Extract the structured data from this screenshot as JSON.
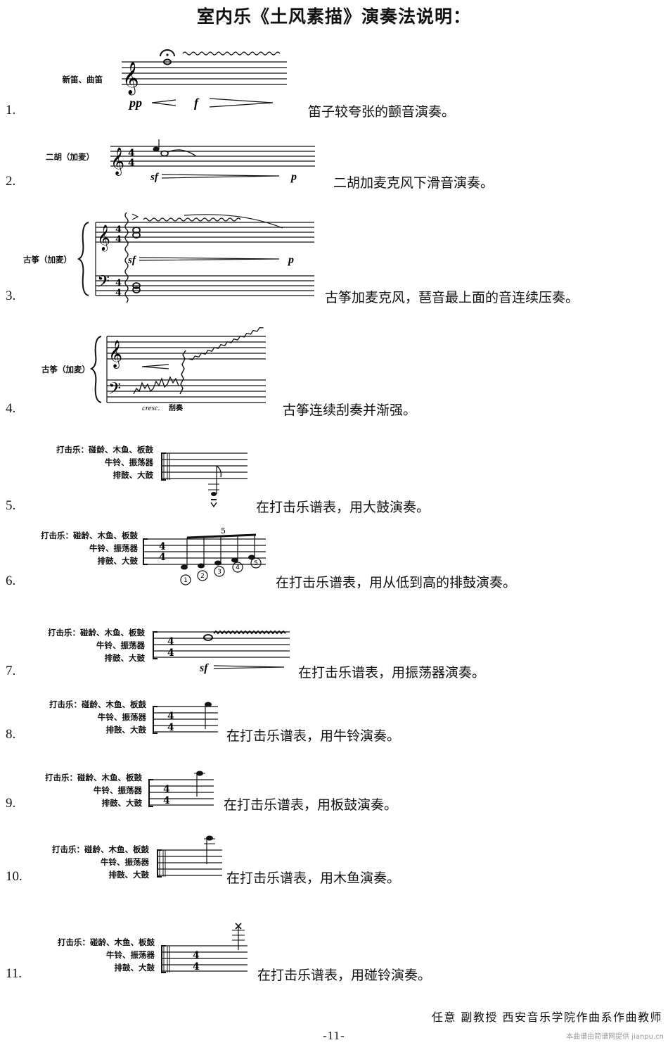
{
  "title": "室内乐《土风素描》演奏法说明：",
  "items": [
    {
      "num": "1.",
      "instrument": "新笛、曲笛",
      "desc": "笛子较夸张的颤音演奏。",
      "dyn_a": "pp",
      "dyn_b": "f"
    },
    {
      "num": "2.",
      "instrument": "二胡（加麦）",
      "desc": "二胡加麦克风下滑音演奏。",
      "dyn_a": "sf",
      "dyn_b": "p"
    },
    {
      "num": "3.",
      "instrument": "古筝（加麦）",
      "desc": "古筝加麦克风，琶音最上面的音连续压奏。",
      "dyn_a": "sf",
      "dyn_b": "p"
    },
    {
      "num": "4.",
      "instrument": "古筝（加麦）",
      "desc": "古筝连续刮奏并渐强。",
      "dyn_a": "cresc.",
      "dyn_b": "刮奏"
    },
    {
      "num": "5.",
      "instrument_lines": [
        "打击乐：碰龄、木鱼、板鼓",
        "牛铃、振荡器",
        "排鼓、大鼓"
      ],
      "desc": "在打击乐谱表，用大鼓演奏。"
    },
    {
      "num": "6.",
      "instrument_lines": [
        "打击乐：碰龄、木鱼、板鼓",
        "牛铃、振荡器",
        "排鼓、大鼓"
      ],
      "desc": "在打击乐谱表，用从低到高的排鼓演奏。",
      "tuplet": "5",
      "drums": [
        "1",
        "2",
        "3",
        "4",
        "5"
      ]
    },
    {
      "num": "7.",
      "instrument_lines": [
        "打击乐：碰龄、木鱼、板鼓",
        "牛铃、振荡器",
        "排鼓、大鼓"
      ],
      "desc": "在打击乐谱表，用振荡器演奏。",
      "dyn_a": "sf"
    },
    {
      "num": "8.",
      "instrument_lines": [
        "打击乐：碰龄、木鱼、板鼓",
        "牛铃、振荡器",
        "排鼓、大鼓"
      ],
      "desc": "在打击乐谱表，用牛铃演奏。"
    },
    {
      "num": "9.",
      "instrument_lines": [
        "打击乐：碰龄、木鱼、板鼓",
        "牛铃、振荡器",
        "排鼓、大鼓"
      ],
      "desc": "在打击乐谱表，用板鼓演奏。"
    },
    {
      "num": "10.",
      "instrument_lines": [
        "打击乐：碰龄、木鱼、板鼓",
        "牛铃、振荡器",
        "排鼓、大鼓"
      ],
      "desc": "在打击乐谱表，用木鱼演奏。"
    },
    {
      "num": "11.",
      "instrument_lines": [
        "打击乐：碰龄、木鱼、板鼓",
        "牛铃、振荡器",
        "排鼓、大鼓"
      ],
      "desc": "在打击乐谱表，用碰铃演奏。"
    }
  ],
  "time_signature": {
    "top": "4",
    "bottom": "4"
  },
  "footer": {
    "author": "任意  副教授  西安音乐学院作曲系作曲教师",
    "page": "-11-",
    "watermark": "本曲谱由简谱网提供 jianpu.cn"
  }
}
